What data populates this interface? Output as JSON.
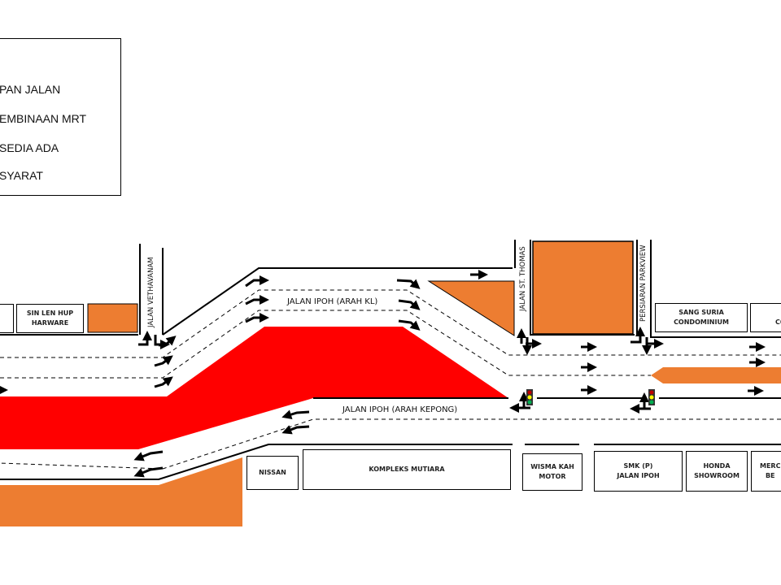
{
  "legend": {
    "items": [
      "PAN  JALAN",
      "EMBINAAN  MRT",
      "SEDIA ADA",
      "SYARAT"
    ]
  },
  "colors": {
    "red_zone": "#ff0000",
    "orange_zone": "#ed7d31",
    "line": "#000000"
  },
  "roads": {
    "arah_kl": "JALAN IPOH (ARAH KL)",
    "arah_kepong": "JALAN IPOH (ARAH KEPONG)",
    "vethavanam": "JALAN VETHAVANAM",
    "st_thomas": "JALAN ST. THOMAS",
    "parkview": "PERSIARAN PARKVIEW"
  },
  "buildings_north": [
    "SIN LEN HUP\nHARWARE",
    "SANG SURIA\nCONDOMINIUM",
    "T\nCON"
  ],
  "buildings_south": [
    "NISSAN",
    "KOMPLEKS MUTIARA",
    "WISMA KAH\nMOTOR",
    "SMK (P)\nJALAN IPOH",
    "HONDA\nSHOWROOM",
    "MERC\nBE"
  ],
  "icons": [
    "traffic-light-icon",
    "arrow-icon"
  ]
}
